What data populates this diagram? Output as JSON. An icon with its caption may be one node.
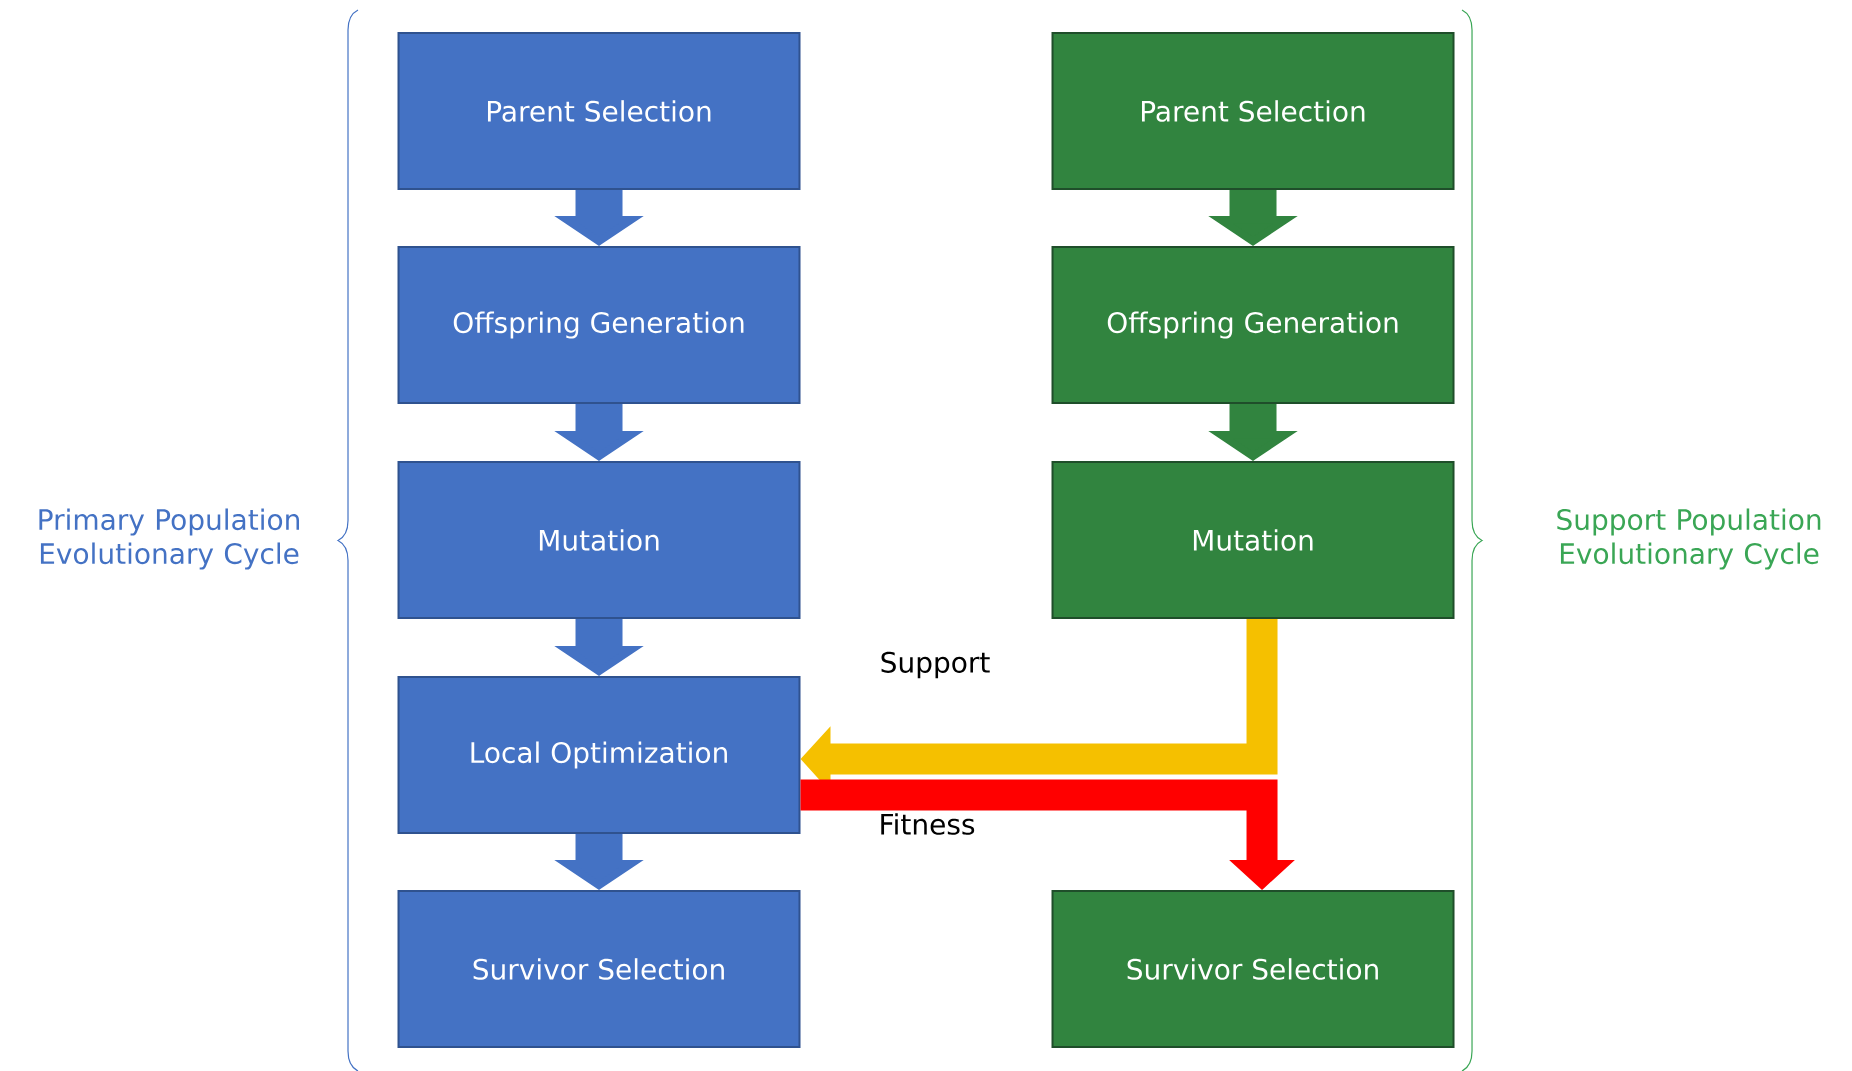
{
  "diagram": {
    "nodes": [
      {
        "text": [
          "Parent Selection"
        ]
      },
      {
        "text": [
          "Offspring Generation"
        ]
      },
      {
        "text": [
          "Mutation"
        ]
      },
      {
        "text": [
          "Local Optimization"
        ]
      },
      {
        "text": [
          "Survivor Selection"
        ]
      },
      {
        "text": [
          "Parent Selection"
        ]
      },
      {
        "text": [
          "Offspring Generation"
        ]
      },
      {
        "text": [
          "Mutation"
        ]
      },
      {
        "text": [
          "Survivor Selection"
        ]
      }
    ],
    "edges": [
      {
        "from": 0,
        "to": 1,
        "arrow": "to",
        "color": "#4472c4"
      },
      {
        "from": 1,
        "to": 2,
        "arrow": "to",
        "color": "#4472c4"
      },
      {
        "from": 2,
        "to": 3,
        "arrow": "to",
        "color": "#4472c4"
      },
      {
        "from": 3,
        "to": 4,
        "arrow": "to",
        "color": "#4472c4"
      },
      {
        "from": 5,
        "to": 6,
        "arrow": "to",
        "color": "#31843f"
      },
      {
        "from": 6,
        "to": 7,
        "arrow": "to",
        "color": "#31843f"
      },
      {
        "from": 7,
        "to": 3,
        "arrow": "to",
        "label": "Support",
        "color": "#f5c000"
      },
      {
        "from": 3,
        "to": 8,
        "arrow": "to",
        "label": "Fitness",
        "color": "#ff0000"
      }
    ],
    "labels": [
      "Primary Population Evolutionary Cycle",
      "Support Population Evolutionary Cycle"
    ]
  }
}
